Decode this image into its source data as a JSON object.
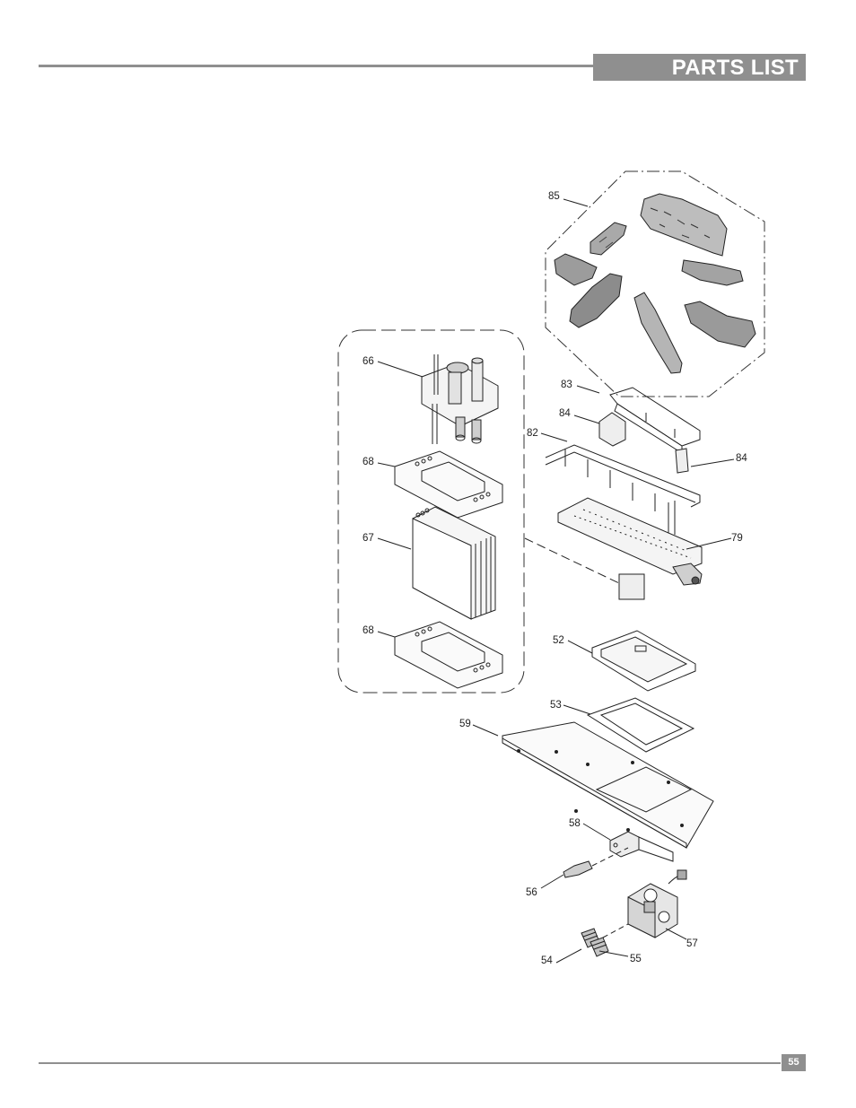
{
  "header": {
    "title": "PARTS LIST"
  },
  "footer": {
    "page_number": "55"
  },
  "callouts": {
    "c85": "85",
    "c66": "66",
    "c68a": "68",
    "c67": "67",
    "c68b": "68",
    "c83": "83",
    "c84a": "84",
    "c82": "82",
    "c84b": "84",
    "c79": "79",
    "c52": "52",
    "c53": "53",
    "c59": "59",
    "c58": "58",
    "c56": "56",
    "c57": "57",
    "c54": "54",
    "c55": "55"
  }
}
